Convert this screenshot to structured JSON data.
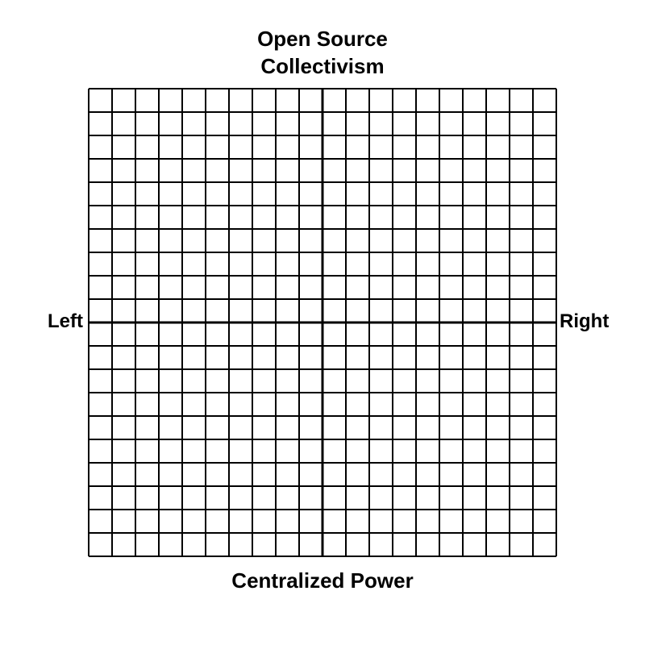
{
  "compass": {
    "top_line1": "Open Source",
    "top_line2": "Collectivism",
    "bottom": "Centralized Power",
    "left": "Left",
    "right": "Right"
  },
  "grid": {
    "cells_per_side": 20,
    "line_color": "#000000",
    "background_color": "#ffffff"
  }
}
